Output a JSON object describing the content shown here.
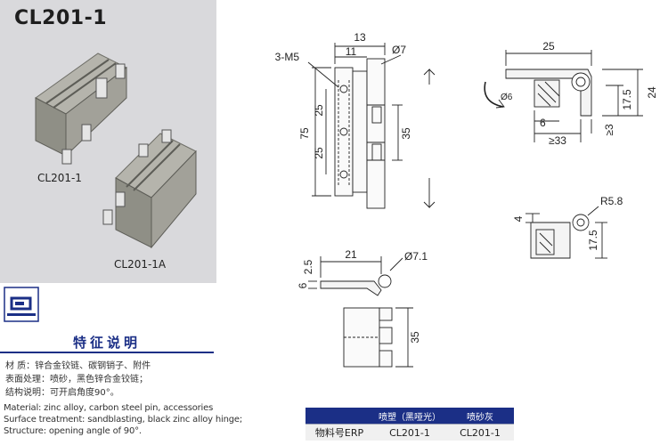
{
  "title": "CL201-1",
  "photos": {
    "caption_a": "CL201-1",
    "caption_b": "CL201-1A"
  },
  "drawing_labels": {
    "front": [
      "13",
      "11",
      "3-M5",
      "Ø7",
      "75",
      "25",
      "25",
      "35"
    ],
    "side": [
      "25",
      "24",
      "17.5",
      "6",
      "≥33",
      "≥3",
      "Ø6"
    ],
    "rotated": [
      "R5.8",
      "4",
      "17.5"
    ],
    "profile": [
      "2.5",
      "21",
      "Ø7.1",
      "6"
    ],
    "bottom": [
      "35"
    ]
  },
  "features": {
    "heading": "特征说明",
    "cn": [
      "材    质：锌合金铰链、碳钢销子、附件",
      "表面处理：喷砂，黑色锌合金铰链；",
      "结构说明：可开启角度90°。"
    ],
    "en": [
      "Material: zinc alloy, carbon steel pin, accessories",
      "Surface treatment: sandblasting, black zinc alloy hinge;",
      "Structure: opening angle of 90°."
    ]
  },
  "erp_table": {
    "headers": [
      "",
      "喷塑（黑哑光）",
      "喷砂灰"
    ],
    "row": [
      "物料号ERP",
      "CL201-1",
      "CL201-1"
    ]
  },
  "colors": {
    "accent_blue": "#1b2f86",
    "panel_gray": "#d9d9dc",
    "metal": "#8f8f86"
  }
}
